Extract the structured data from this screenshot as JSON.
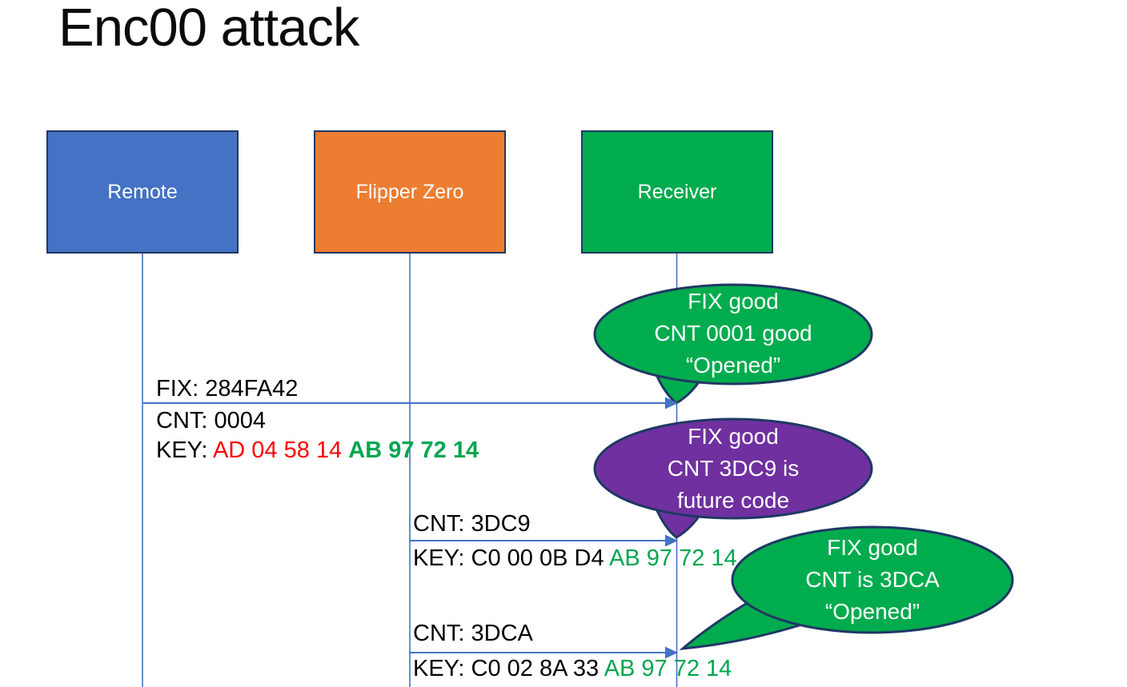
{
  "slide": {
    "title": "Enc00 attack"
  },
  "actors": {
    "remote": {
      "label": "Remote",
      "fill": "#4472C4"
    },
    "flipper": {
      "label": "Flipper Zero",
      "fill": "#ED7D31"
    },
    "receiver": {
      "label": "Receiver",
      "fill": "#00AC4E"
    }
  },
  "messages": {
    "m1": {
      "fix": "FIX: 284FA42",
      "cnt": "CNT: 0004",
      "key_prefix": "KEY: ",
      "key_changed": "AD 04 58 14 ",
      "key_fixed": "AB 97 72 14"
    },
    "m2": {
      "cnt": "CNT: 3DC9",
      "key_prefix": "KEY: ",
      "key_changed": "C0 00 0B D4 ",
      "key_fixed": "AB 97 72 14"
    },
    "m3": {
      "cnt": "CNT: 3DCA",
      "key_prefix": "KEY: ",
      "key_changed": "C0 02 8A 33 ",
      "key_fixed": "AB 97 72 14"
    }
  },
  "callouts": {
    "c1": {
      "line1": "FIX good",
      "line2": "CNT 0001 good",
      "line3": "“Opened”",
      "fill": "#00AC4E"
    },
    "c2": {
      "line1": "FIX good",
      "line2": "CNT 3DC9 is",
      "line3": "future code",
      "fill": "#7030A0"
    },
    "c3": {
      "line1": "FIX good",
      "line2": "CNT is 3DCA",
      "line3": "“Opened”",
      "fill": "#00AC4E"
    }
  },
  "colors": {
    "outline_navy": "#1F3864",
    "connector_blue": "#4472C4",
    "key_changed_red": "#FF0000",
    "key_fixed_green": "#00A64F",
    "text_black": "#000000"
  }
}
